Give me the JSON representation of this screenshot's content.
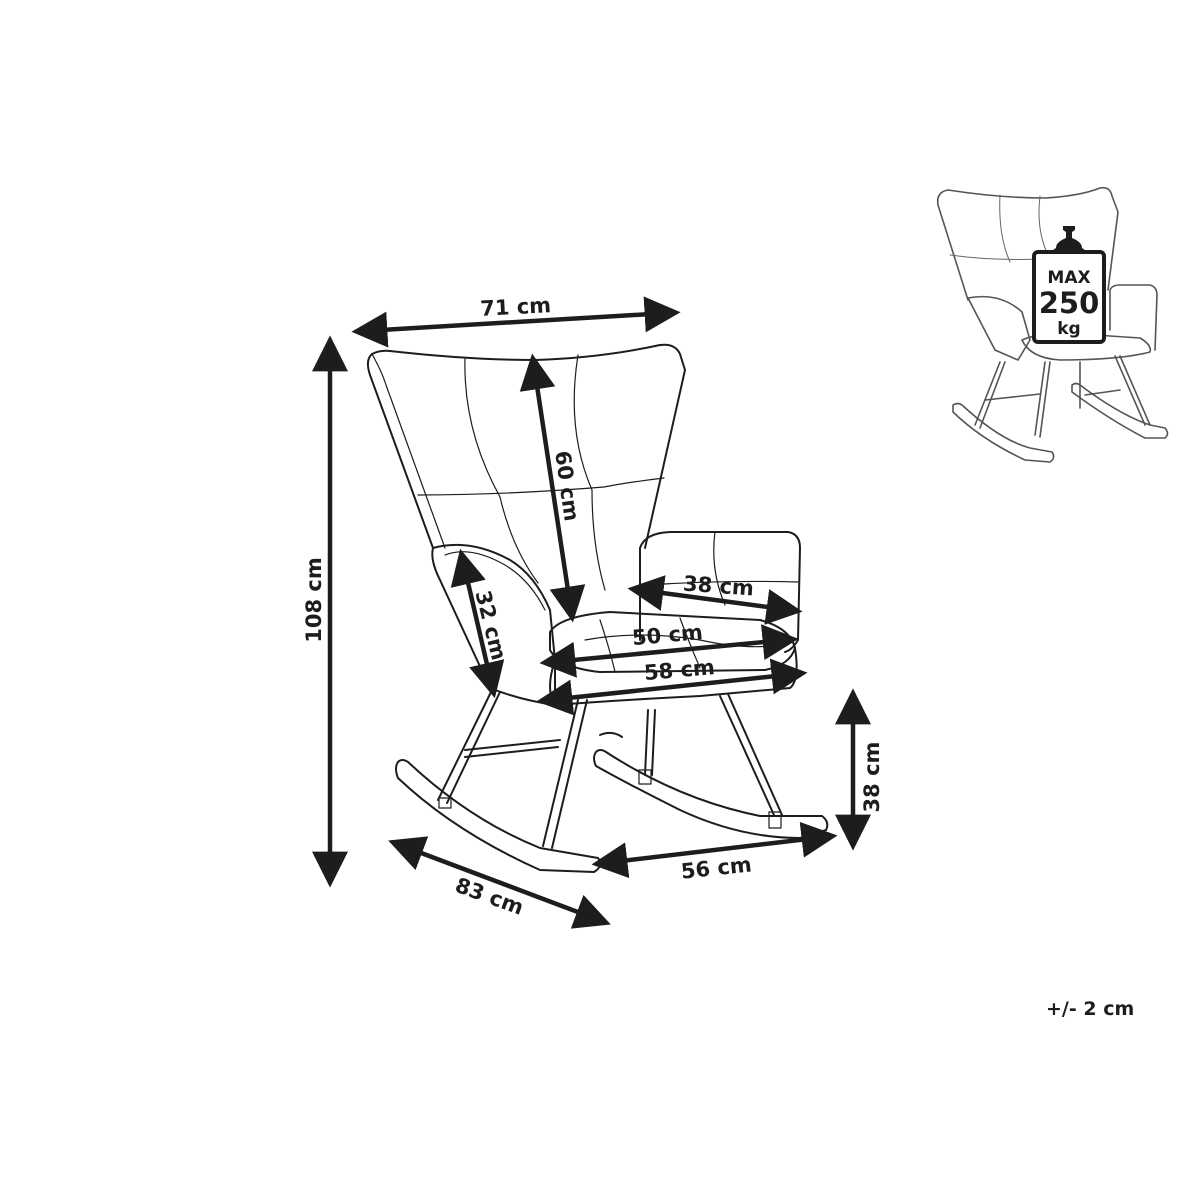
{
  "dimensions": {
    "width": "71 cm",
    "height": "108 cm",
    "backrest": "60 cm",
    "armrest_height": "32 cm",
    "armrest_depth": "38 cm",
    "seat_width": "50 cm",
    "seat_depth": "58 cm",
    "seat_height": "38 cm",
    "base_width": "56 cm",
    "base_depth": "83 cm"
  },
  "load_badge": {
    "label": "MAX",
    "value": "250",
    "unit": "kg"
  },
  "tolerance": "+/- 2 cm",
  "colors": {
    "line": "#1d1d1b"
  }
}
